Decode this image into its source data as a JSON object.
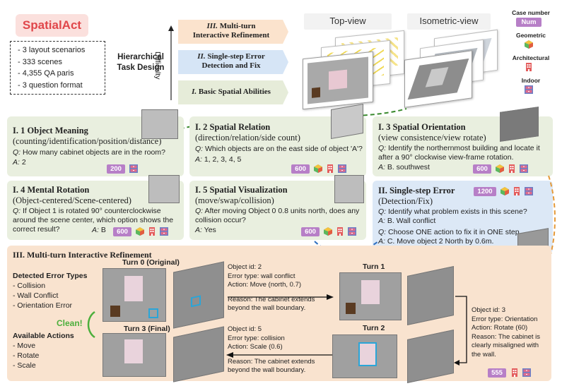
{
  "header": {
    "logo": "SpatialAct",
    "stats": [
      "- 3 layout scenarios",
      "- 333 scenes",
      "- 4,355 QA paris",
      "- 3 question format"
    ],
    "hier_line1": "Hierarchical",
    "hier_line2": "Task Design",
    "difficulty": "Difficulty",
    "tier3_num": "III.",
    "tier3_line1": "Multi-turn",
    "tier3_line2": "Interactive Refinement",
    "tier2_num": "II.",
    "tier2_line1": "Single-step Error",
    "tier2_line2": "Detection and Fix",
    "tier1_num": "I.",
    "tier1_line1": "Basic Spatial Abilities",
    "topview": "Top-view",
    "isoview": "Isometric-view"
  },
  "legend": {
    "case_number": "Case number",
    "num": "Num",
    "geometric": "Geometric",
    "architectural": "Architectural",
    "indoor": "Indoor"
  },
  "cards": {
    "c1": {
      "title": "I. 1 Object Meaning",
      "sub": "(counting/identification/position/distance)",
      "q": "How many cabinet objects are in the room?",
      "a": "2",
      "num": "200"
    },
    "c2": {
      "title": "I. 2 Spatial Relation",
      "sub": "(direction/relation/side count)",
      "q": "Which objects are on the east side of object 'A'?",
      "a": "1, 2, 3, 4, 5",
      "num": "600"
    },
    "c3": {
      "title": "I. 3 Spatial Orientation",
      "sub": "(view consistence/view rotate)",
      "q": "Identify the northernmost building and locate it after a 90° clockwise view-frame rotation.",
      "a": "B. southwest",
      "num": "600"
    },
    "c4": {
      "title": "I. 4 Mental Rotation",
      "sub": "(Object-centered/Scene-centered)",
      "q": "If Object 1 is rotated 90° counterclockwise around the scene center, which option shows the correct result?",
      "a": "B",
      "num": "600"
    },
    "c5": {
      "title": "I. 5 Spatial Visualization",
      "sub": "(move/swap/collision)",
      "q": "After moving Object 0 0.8 units north, does any collision occur?",
      "a": "Yes",
      "num": "600"
    },
    "c6": {
      "title": "II. Single-step Error",
      "sub": "(Detection/Fix)",
      "q1": "Identify what problem exists in this scene?",
      "a1": "B. Wall conflict",
      "q2": "Choose ONE action to fix it in ONE step.",
      "a2": "C. Move object 2 North by 0.6m.",
      "num": "1200"
    }
  },
  "qa": {
    "q": "Q:",
    "a": "A:"
  },
  "multiturn": {
    "title": "III. Multi-turn Interactive Refinement",
    "err_head": "Detected Error Types",
    "errors": [
      "- Collision",
      "- Wall Conflict",
      "- Orientation Error"
    ],
    "act_head": "Available Actions",
    "actions": [
      "- Move",
      "- Rotate",
      "- Scale"
    ],
    "clean": "Clean!",
    "turn0": "Turn 0 (Original)",
    "turn1": "Turn 1",
    "turn2": "Turn 2",
    "turn3": "Turn 3 (Final)",
    "step1": [
      "Object id: 2",
      "Error type: wall conflict",
      "Action: Move (north, 0.7)",
      "Reason: The cabinet extends",
      "beyond the wall boundary."
    ],
    "step2": [
      "Object id: 3",
      "Error type: Orientation",
      "Action: Rotate (60)",
      "Reason: The cabinet is",
      "clearly misaligned with",
      "the wall."
    ],
    "step3": [
      "Object id: 5",
      "Error type: collision",
      "Action: Scale (0.6)",
      "Reason: The cabinet extends",
      "beyond the wall boundary."
    ],
    "num": "555"
  },
  "colors": {
    "badge": "#b77fc7",
    "green": "#e9efdf",
    "blue": "#dce8f6",
    "peach": "#f9e3cf",
    "logo_text": "#e0464a",
    "logo_bg": "#fbe0dd"
  }
}
